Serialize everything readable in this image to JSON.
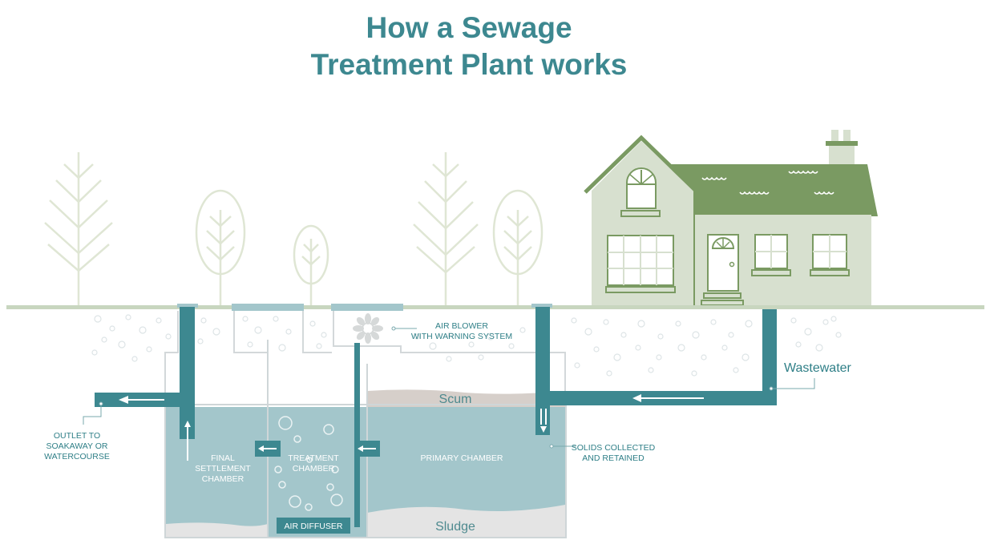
{
  "title": {
    "line1": "How a Sewage",
    "line2": "Treatment Plant works"
  },
  "labels": {
    "air_blower_1": "AIR BLOWER",
    "air_blower_2": "WITH WARNING SYSTEM",
    "wastewater": "Wastewater",
    "scum": "Scum",
    "sludge": "Sludge",
    "primary_chamber": "PRIMARY CHAMBER",
    "treatment_chamber_1": "TREATMENT",
    "treatment_chamber_2": "CHAMBER",
    "final_settlement_1": "FINAL",
    "final_settlement_2": "SETTLEMENT",
    "final_settlement_3": "CHAMBER",
    "air_diffuser": "AIR DIFFUSER",
    "outlet_1": "OUTLET TO",
    "outlet_2": "SOAKAWAY OR",
    "outlet_3": "WATERCOURSE",
    "solids_1": "SOLIDS COLLECTED",
    "solids_2": "AND RETAINED"
  },
  "colors": {
    "title": "#3d8890",
    "pipe": "#3d8890",
    "water": "#a3c6cb",
    "ground": "#c8d6bf",
    "roof": "#7a9a62",
    "house": "#d7e0cf",
    "tree": "#dfe6d4",
    "scum": "#d6cfca",
    "sludge": "#e4e4e4"
  }
}
